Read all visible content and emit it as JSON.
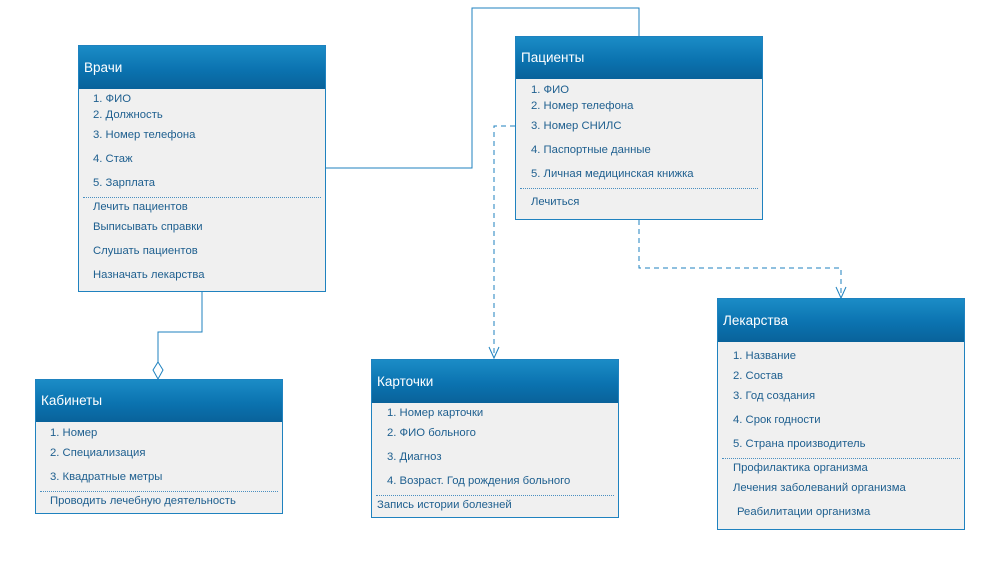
{
  "diagram": {
    "classes": {
      "vrachi": {
        "title": "Врачи",
        "attributes": [
          "1. ФИО",
          "2. Должность",
          "3. Номер телефона",
          "4. Стаж",
          "5. Зарплата"
        ],
        "methods": [
          "Лечить пациентов",
          "Выписывать справки",
          "Слушать пациентов",
          "Назначать лекарства"
        ]
      },
      "patsienty": {
        "title": "Пациенты",
        "attributes": [
          "1. ФИО",
          "2. Номер телефона",
          "3. Номер СНИЛС",
          "4. Паспортные данные",
          "5. Личная медицинская книжка"
        ],
        "methods": [
          "Лечиться"
        ]
      },
      "kabinety": {
        "title": "Кабинеты",
        "attributes": [
          "1. Номер",
          "2. Специализация",
          "3. Квадратные метры"
        ],
        "methods": [
          "Проводить лечебную деятельность"
        ]
      },
      "kartochki": {
        "title": "Карточки",
        "attributes": [
          "1. Номер карточки",
          "2. ФИО больного",
          "3. Диагноз",
          "4. Возраст. Год рождения больного"
        ],
        "methods": [
          "Запись истории болезней"
        ]
      },
      "lekarstva": {
        "title": "Лекарства",
        "attributes": [
          "1. Название",
          "2. Состав",
          "3. Год создания",
          "4. Срок годности",
          "5. Страна производитель"
        ],
        "methods": [
          "Профилактика организма",
          "Лечения заболеваний организма",
          "Реабилитации организма"
        ]
      }
    },
    "relations": [
      {
        "from": "vrachi",
        "to": "patsienty",
        "kind": "association"
      },
      {
        "from": "vrachi",
        "to": "kabinety",
        "kind": "aggregation"
      },
      {
        "from": "patsienty",
        "to": "kartochki",
        "kind": "dependency"
      },
      {
        "from": "patsienty",
        "to": "lekarstva",
        "kind": "dependency"
      }
    ],
    "colors": {
      "header_top": "#1b8cc6",
      "header_bottom": "#09629a",
      "border": "#1f82bf",
      "body": "#f0f0f0",
      "text": "#1e5f8f",
      "header_text": "#ffffff"
    }
  }
}
